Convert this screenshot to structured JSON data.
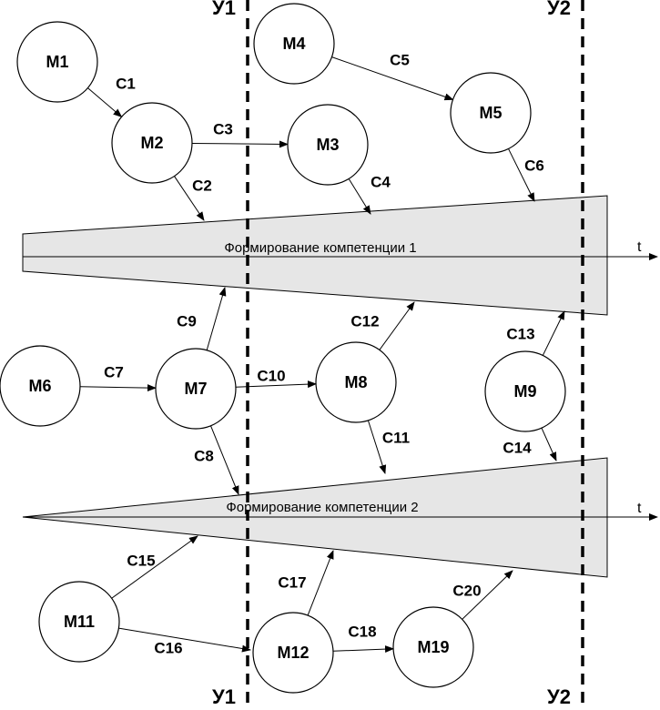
{
  "levels": [
    {
      "id": "y1",
      "label": "У1"
    },
    {
      "id": "y2",
      "label": "У2"
    }
  ],
  "bands": [
    {
      "id": "band1",
      "title": "Формирование компетенции 1",
      "axis_label": "t"
    },
    {
      "id": "band2",
      "title": "Формирование компетенции 2",
      "axis_label": "t"
    }
  ],
  "nodes": [
    {
      "id": "M1",
      "label": "M1"
    },
    {
      "id": "M2",
      "label": "M2"
    },
    {
      "id": "M3",
      "label": "M3"
    },
    {
      "id": "M4",
      "label": "M4"
    },
    {
      "id": "M5",
      "label": "M5"
    },
    {
      "id": "M6",
      "label": "M6"
    },
    {
      "id": "M7",
      "label": "M7"
    },
    {
      "id": "M8",
      "label": "M8"
    },
    {
      "id": "M9",
      "label": "M9"
    },
    {
      "id": "M11",
      "label": "M11"
    },
    {
      "id": "M12",
      "label": "M12"
    },
    {
      "id": "M19",
      "label": "M19"
    }
  ],
  "edges": [
    {
      "id": "C1",
      "label": "C1",
      "from": "M1",
      "to": "M2"
    },
    {
      "id": "C2",
      "label": "C2",
      "from": "M2",
      "to": "band1"
    },
    {
      "id": "C3",
      "label": "C3",
      "from": "M2",
      "to": "M3"
    },
    {
      "id": "C4",
      "label": "C4",
      "from": "M3",
      "to": "band1"
    },
    {
      "id": "C5",
      "label": "C5",
      "from": "M4",
      "to": "M5"
    },
    {
      "id": "C6",
      "label": "C6",
      "from": "M5",
      "to": "band1"
    },
    {
      "id": "C7",
      "label": "C7",
      "from": "M6",
      "to": "M7"
    },
    {
      "id": "C8",
      "label": "C8",
      "from": "M7",
      "to": "band2"
    },
    {
      "id": "C9",
      "label": "C9",
      "from": "M7",
      "to": "band1"
    },
    {
      "id": "C10",
      "label": "C10",
      "from": "M7",
      "to": "M8"
    },
    {
      "id": "C11",
      "label": "C11",
      "from": "M8",
      "to": "band2"
    },
    {
      "id": "C12",
      "label": "C12",
      "from": "M8",
      "to": "band1"
    },
    {
      "id": "C13",
      "label": "C13",
      "from": "M9",
      "to": "band1"
    },
    {
      "id": "C14",
      "label": "C14",
      "from": "M9",
      "to": "band2"
    },
    {
      "id": "C15",
      "label": "C15",
      "from": "M11",
      "to": "band2"
    },
    {
      "id": "C16",
      "label": "C16",
      "from": "M11",
      "to": "M12"
    },
    {
      "id": "C17",
      "label": "C17",
      "from": "M12",
      "to": "band2"
    },
    {
      "id": "C18",
      "label": "C18",
      "from": "M12",
      "to": "M19"
    },
    {
      "id": "C20",
      "label": "C20",
      "from": "M19",
      "to": "band2"
    }
  ]
}
